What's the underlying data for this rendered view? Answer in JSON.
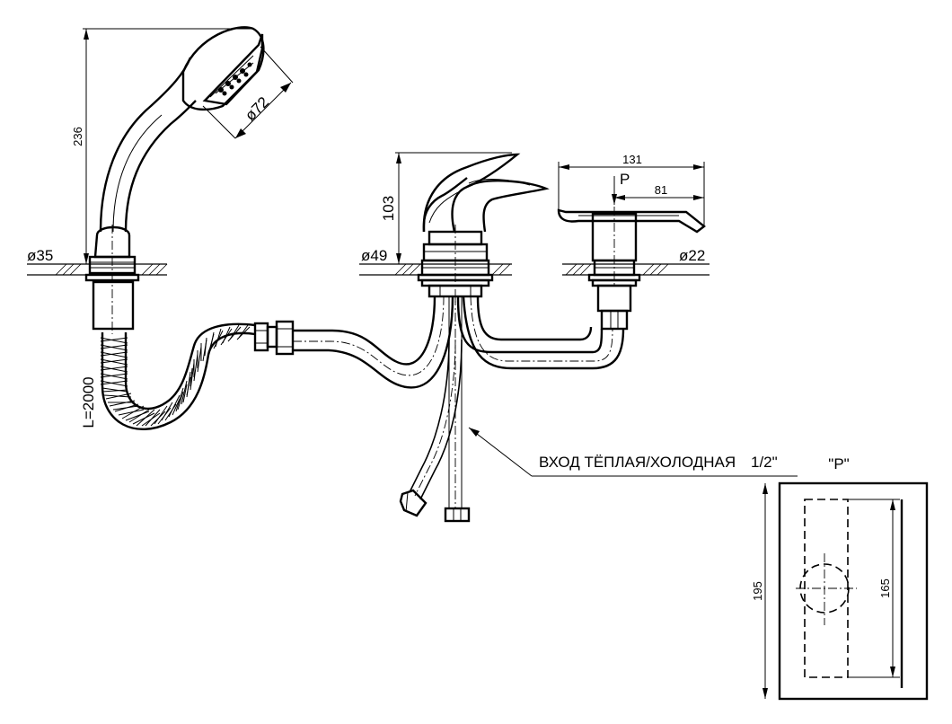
{
  "labels": {
    "handshower_height": "236",
    "handshower_diameter": "ø72",
    "handshower_base_diameter": "ø35",
    "hose_length": "L=2000",
    "mixer_height": "103",
    "mixer_base_diameter": "ø49",
    "diverter_length": "131",
    "diverter_offset": "81",
    "diverter_base_diameter": "ø22",
    "view_marker": "P",
    "inlet_note": "ВХОД  ТЁПЛАЯ/ХОЛОДНАЯ",
    "inlet_thread": "1/2\"",
    "detail_title": "\"P\"",
    "detail_height": "195",
    "detail_inner_height": "165"
  }
}
